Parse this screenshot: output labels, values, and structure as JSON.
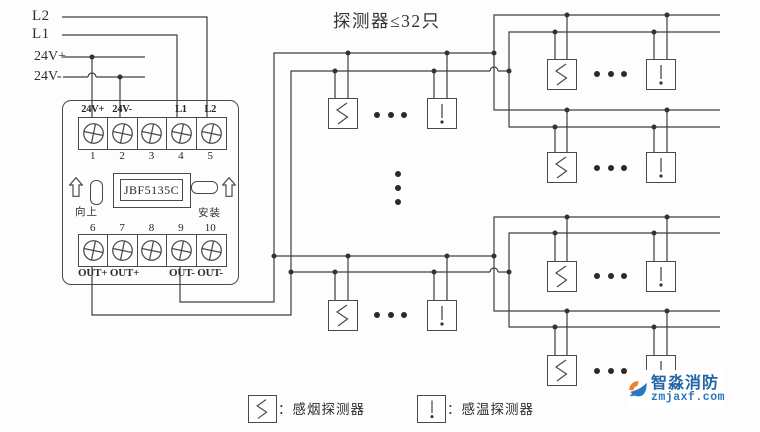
{
  "title": "探测器≤32只",
  "feed_labels": {
    "l2": "L2",
    "l1": "L1",
    "v_plus": "24V+",
    "v_minus": "24V-"
  },
  "module": {
    "model": "JBF5135C",
    "top_labels": [
      "24V+",
      "24V-",
      "",
      "L1",
      "L2"
    ],
    "top_numbers": [
      "1",
      "2",
      "3",
      "4",
      "5"
    ],
    "bottom_numbers": [
      "6",
      "7",
      "8",
      "9",
      "10"
    ],
    "bottom_left_label": "OUT+ OUT+",
    "bottom_right_label": "OUT- OUT-",
    "orientation_label": "向上",
    "install_label": "安装"
  },
  "legend": {
    "smoke_label": "：感烟探测器",
    "heat_label": "：感温探测器"
  },
  "icons": {
    "smoke": "smoke-detector-symbol",
    "heat": "heat-detector-symbol"
  },
  "logo": {
    "name": "智淼消防",
    "site": "zmjaxf.com"
  },
  "colors": {
    "line": "#3f3f3f",
    "logo_orange": "#f08228",
    "logo_blue": "#2e76bc",
    "logo_name_blue": "#2265a5"
  }
}
